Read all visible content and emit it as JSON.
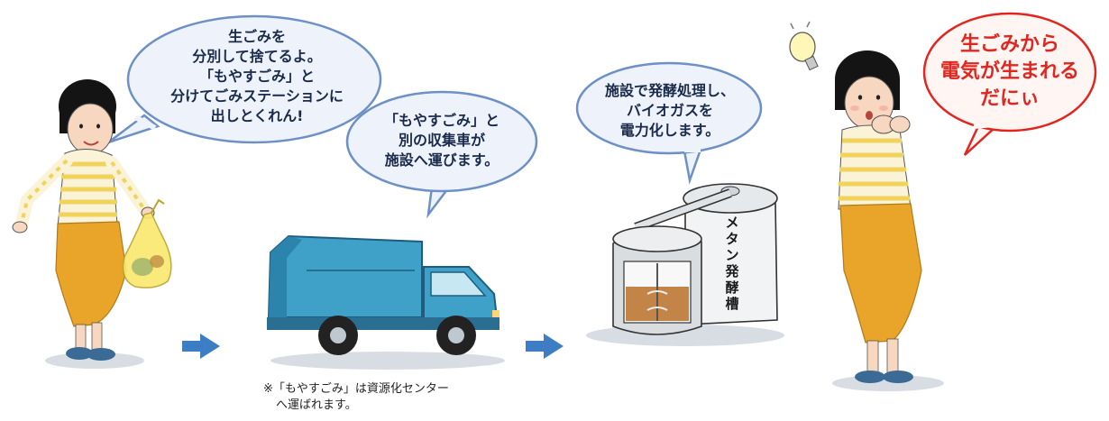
{
  "bubbles": {
    "resident": [
      "生ごみを",
      "分別して捨てるよ。",
      "「もやすごみ」と",
      "分けてごみステーションに",
      "出しとくれん!"
    ],
    "truck": [
      "「もやすごみ」と",
      "別の収集車が",
      "施設へ運びます。"
    ],
    "facility": [
      "施設で発酵処理し、",
      "バイオガスを",
      "電力化します。"
    ],
    "surprised": [
      "生ごみから",
      "電気が生まれる",
      "だにぃ"
    ]
  },
  "tank_label": "メタン発酵槽",
  "note": [
    "※「もやすごみ」は資源化センター",
    "へ運ばれます。"
  ],
  "colors": {
    "bubble_fill": "#eef3fb",
    "bubble_stroke": "#6d90c6",
    "highlight_text": "#e0261e",
    "arrow": "#3d7dc4",
    "truck": "#3fa0c8",
    "skirt": "#e9a42a",
    "stripes": "#f1d35a"
  }
}
